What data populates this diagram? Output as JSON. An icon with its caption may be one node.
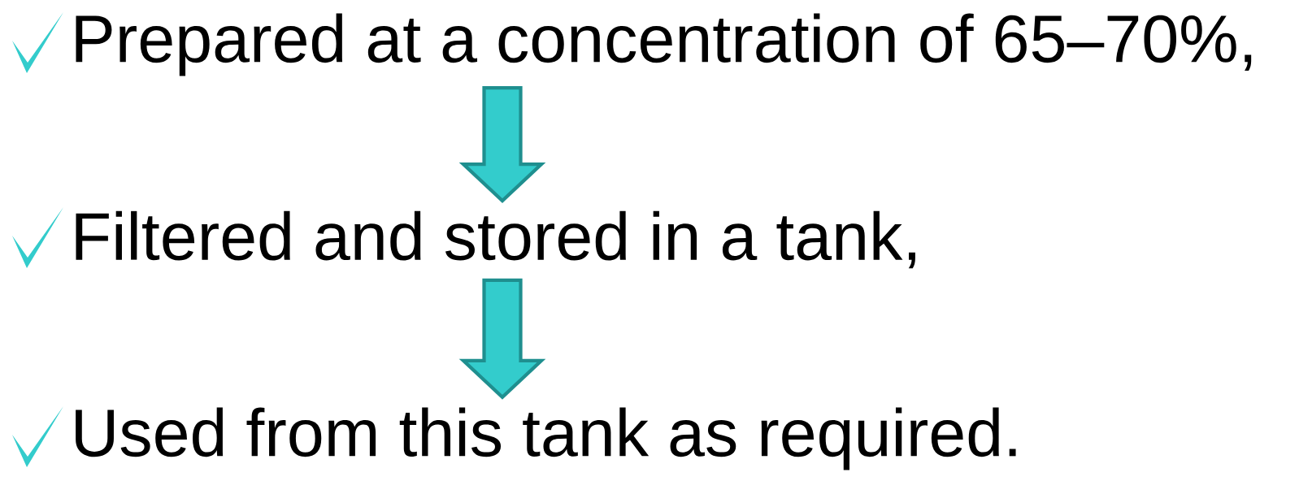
{
  "diagram": {
    "nodes": [
      {
        "text": [
          "Prepared at a concentration of 65–70%,"
        ]
      },
      {
        "text": [
          "Filtered and stored in a tank,"
        ]
      },
      {
        "text": [
          "Used from this tank as required."
        ]
      }
    ],
    "edges": [
      {
        "from": 0,
        "to": 1,
        "arrow": "to"
      },
      {
        "from": 1,
        "to": 2,
        "arrow": "to"
      }
    ]
  }
}
